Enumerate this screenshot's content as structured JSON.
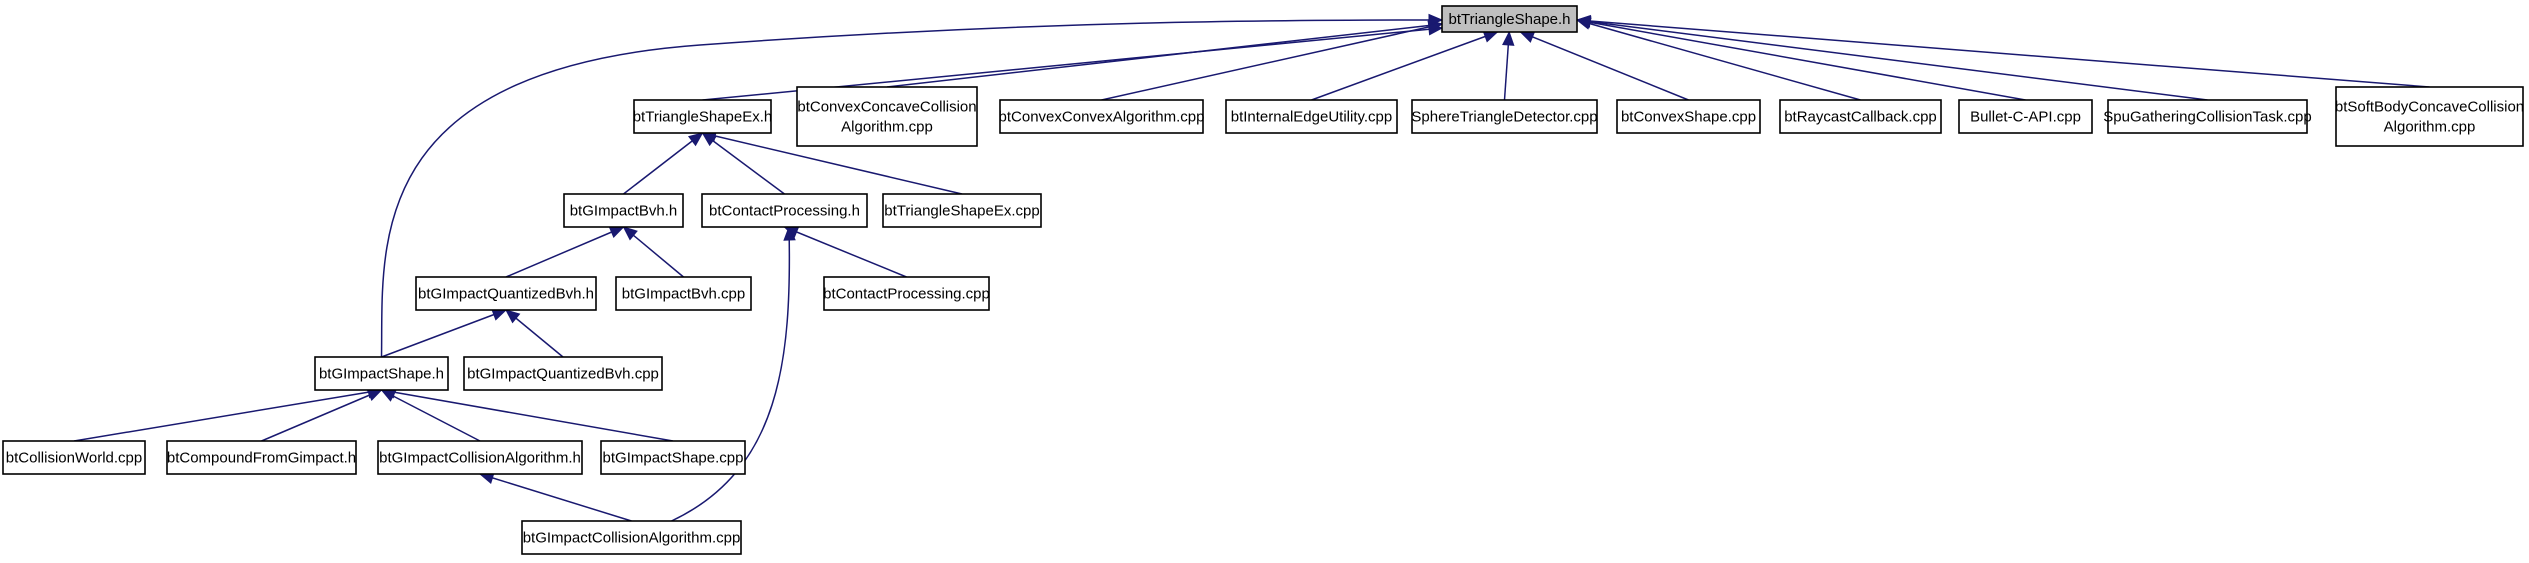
{
  "graph": {
    "nodes": [
      {
        "id": "btTriangleShape_h",
        "lines": [
          "btTriangleShape.h"
        ],
        "root": true
      },
      {
        "id": "btTriangleShapeEx_h",
        "lines": [
          "btTriangleShapeEx.h"
        ]
      },
      {
        "id": "btConvexConcaveCollisionAlgorithm_cpp",
        "lines": [
          "btConvexConcaveCollision",
          "Algorithm.cpp"
        ]
      },
      {
        "id": "btConvexConvexAlgorithm_cpp",
        "lines": [
          "btConvexConvexAlgorithm.cpp"
        ]
      },
      {
        "id": "btInternalEdgeUtility_cpp",
        "lines": [
          "btInternalEdgeUtility.cpp"
        ]
      },
      {
        "id": "SphereTriangleDetector_cpp",
        "lines": [
          "SphereTriangleDetector.cpp"
        ]
      },
      {
        "id": "btConvexShape_cpp",
        "lines": [
          "btConvexShape.cpp"
        ]
      },
      {
        "id": "btRaycastCallback_cpp",
        "lines": [
          "btRaycastCallback.cpp"
        ]
      },
      {
        "id": "Bullet_C_API_cpp",
        "lines": [
          "Bullet-C-API.cpp"
        ]
      },
      {
        "id": "SpuGatheringCollisionTask_cpp",
        "lines": [
          "SpuGatheringCollisionTask.cpp"
        ]
      },
      {
        "id": "btSoftBodyConcaveCollisionAlgorithm_cpp",
        "lines": [
          "btSoftBodyConcaveCollision",
          "Algorithm.cpp"
        ]
      },
      {
        "id": "btGImpactBvh_h",
        "lines": [
          "btGImpactBvh.h"
        ]
      },
      {
        "id": "btContactProcessing_h",
        "lines": [
          "btContactProcessing.h"
        ]
      },
      {
        "id": "btTriangleShapeEx_cpp",
        "lines": [
          "btTriangleShapeEx.cpp"
        ]
      },
      {
        "id": "btGImpactQuantizedBvh_h",
        "lines": [
          "btGImpactQuantizedBvh.h"
        ]
      },
      {
        "id": "btGImpactBvh_cpp",
        "lines": [
          "btGImpactBvh.cpp"
        ]
      },
      {
        "id": "btContactProcessing_cpp",
        "lines": [
          "btContactProcessing.cpp"
        ]
      },
      {
        "id": "btGImpactShape_h",
        "lines": [
          "btGImpactShape.h"
        ]
      },
      {
        "id": "btGImpactQuantizedBvh_cpp",
        "lines": [
          "btGImpactQuantizedBvh.cpp"
        ]
      },
      {
        "id": "btCollisionWorld_cpp",
        "lines": [
          "btCollisionWorld.cpp"
        ]
      },
      {
        "id": "btCompoundFromGimpact_h",
        "lines": [
          "btCompoundFromGimpact.h"
        ]
      },
      {
        "id": "btGImpactCollisionAlgorithm_h",
        "lines": [
          "btGImpactCollisionAlgorithm.h"
        ]
      },
      {
        "id": "btGImpactShape_cpp",
        "lines": [
          "btGImpactShape.cpp"
        ]
      },
      {
        "id": "btGImpactCollisionAlgorithm_cpp",
        "lines": [
          "btGImpactCollisionAlgorithm.cpp"
        ]
      }
    ],
    "edges": [
      {
        "from": "btTriangleShapeEx_h",
        "to": "btTriangleShape_h"
      },
      {
        "from": "btConvexConcaveCollisionAlgorithm_cpp",
        "to": "btTriangleShape_h"
      },
      {
        "from": "btConvexConvexAlgorithm_cpp",
        "to": "btTriangleShape_h"
      },
      {
        "from": "btInternalEdgeUtility_cpp",
        "to": "btTriangleShape_h"
      },
      {
        "from": "SphereTriangleDetector_cpp",
        "to": "btTriangleShape_h"
      },
      {
        "from": "btConvexShape_cpp",
        "to": "btTriangleShape_h"
      },
      {
        "from": "btRaycastCallback_cpp",
        "to": "btTriangleShape_h"
      },
      {
        "from": "Bullet_C_API_cpp",
        "to": "btTriangleShape_h"
      },
      {
        "from": "SpuGatheringCollisionTask_cpp",
        "to": "btTriangleShape_h"
      },
      {
        "from": "btSoftBodyConcaveCollisionAlgorithm_cpp",
        "to": "btTriangleShape_h"
      },
      {
        "from": "btGImpactShape_h",
        "to": "btTriangleShape_h"
      },
      {
        "from": "btGImpactBvh_h",
        "to": "btTriangleShapeEx_h"
      },
      {
        "from": "btContactProcessing_h",
        "to": "btTriangleShapeEx_h"
      },
      {
        "from": "btTriangleShapeEx_cpp",
        "to": "btTriangleShapeEx_h"
      },
      {
        "from": "btGImpactQuantizedBvh_h",
        "to": "btGImpactBvh_h"
      },
      {
        "from": "btGImpactBvh_cpp",
        "to": "btGImpactBvh_h"
      },
      {
        "from": "btContactProcessing_cpp",
        "to": "btContactProcessing_h"
      },
      {
        "from": "btGImpactCollisionAlgorithm_cpp",
        "to": "btContactProcessing_h"
      },
      {
        "from": "btGImpactShape_h",
        "to": "btGImpactQuantizedBvh_h"
      },
      {
        "from": "btGImpactQuantizedBvh_cpp",
        "to": "btGImpactQuantizedBvh_h"
      },
      {
        "from": "btCollisionWorld_cpp",
        "to": "btGImpactShape_h"
      },
      {
        "from": "btCompoundFromGimpact_h",
        "to": "btGImpactShape_h"
      },
      {
        "from": "btGImpactCollisionAlgorithm_h",
        "to": "btGImpactShape_h"
      },
      {
        "from": "btGImpactShape_cpp",
        "to": "btGImpactShape_h"
      },
      {
        "from": "btGImpactCollisionAlgorithm_cpp",
        "to": "btGImpactCollisionAlgorithm_h"
      }
    ],
    "colors": {
      "edge": "#191970",
      "root_fill": "#bfbfbf",
      "node_fill": "#ffffff",
      "node_border": "#000000",
      "text": "#000000"
    }
  }
}
